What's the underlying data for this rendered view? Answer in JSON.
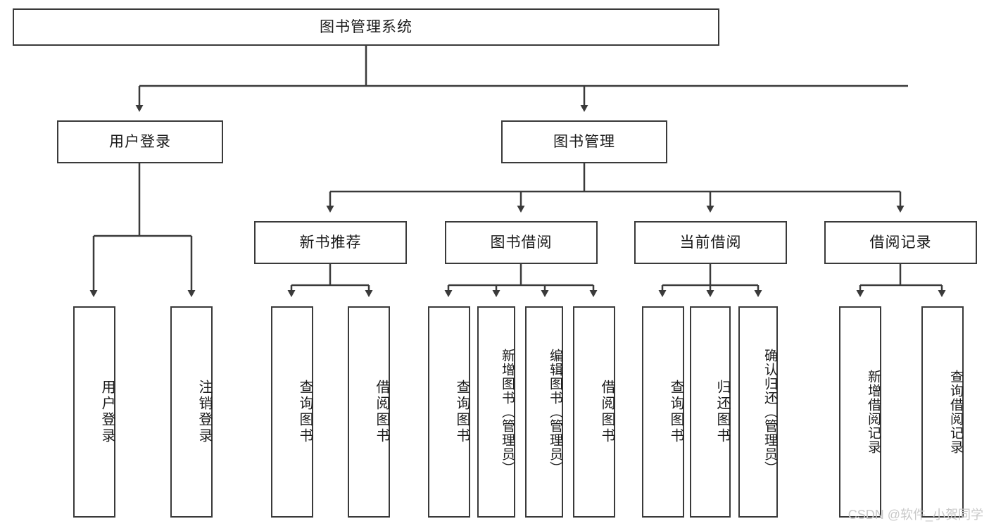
{
  "diagram": {
    "title": "图书管理系统",
    "type": "tree-hierarchy",
    "watermark": "CSDN @软件_小贺同学",
    "colors": {
      "box_border": "#3a3a3a",
      "box_fill": "#ffffff",
      "connector": "#3a3a3a",
      "text": "#1a1a1a",
      "watermark": "#c9c9c9",
      "background": "#ffffff"
    },
    "root": {
      "label": "图书管理系统"
    },
    "level2": [
      {
        "label": "用户登录"
      },
      {
        "label": "图书管理"
      }
    ],
    "level3": [
      {
        "label": "新书推荐"
      },
      {
        "label": "图书借阅"
      },
      {
        "label": "当前借阅"
      },
      {
        "label": "借阅记录"
      }
    ],
    "leaves": {
      "user_login": [
        {
          "label": "用户登录"
        },
        {
          "label": "注销登录"
        }
      ],
      "new_book": [
        {
          "label": "查询图书"
        },
        {
          "label": "借阅图书"
        }
      ],
      "book_borrow": [
        {
          "label": "查询图书"
        },
        {
          "label": "新增图书（管理员）"
        },
        {
          "label": "编辑图书（管理员）"
        },
        {
          "label": "借阅图书"
        }
      ],
      "current_borrow": [
        {
          "label": "查询图书"
        },
        {
          "label": "归还图书"
        },
        {
          "label": "确认归还（管理员）"
        }
      ],
      "borrow_record": [
        {
          "label": "新增借阅记录"
        },
        {
          "label": "查询借阅记录"
        }
      ]
    }
  }
}
